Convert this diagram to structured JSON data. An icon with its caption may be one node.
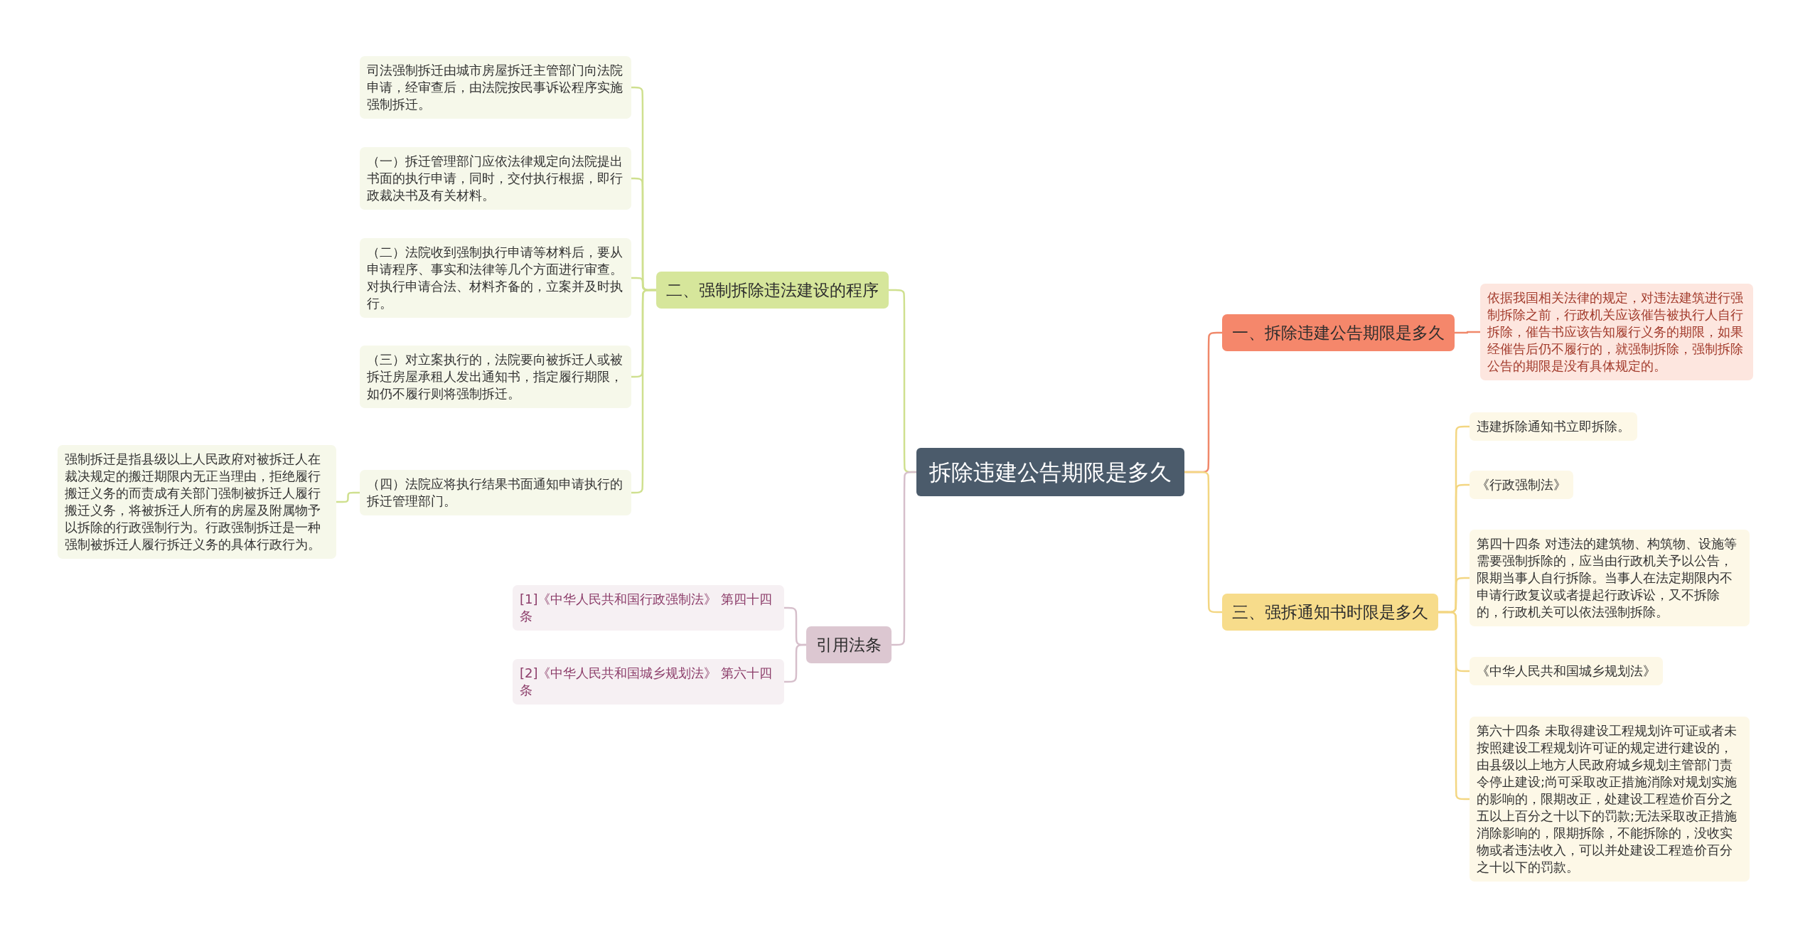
{
  "diagram": {
    "nodes": [
      {
        "text": [
          "拆除违建公告期限是多久"
        ]
      },
      {
        "text": [
          "一、拆除违建公告期限是多久"
        ]
      },
      {
        "text": [
          "依据我国相关法律的规定，对违法建筑进行强制拆除之前，行政机关应该催告被执行人自行拆除，催告书应该告知履行义务的期限，如果经催告后仍不履行的，就强制拆除，强制拆除公告的期限是没有具体规定的。"
        ]
      },
      {
        "text": [
          "二、强制拆除违法建设的程序"
        ]
      },
      {
        "text": [
          "司法强制拆迁由城市房屋拆迁主管部门向法院申请，经审查后，由法院按民事诉讼程序实施强制拆迁。"
        ]
      },
      {
        "text": [
          "（一）拆迁管理部门应依法律规定向法院提出书面的执行申请，同时，交付执行根据，即行政裁决书及有关材料。"
        ]
      },
      {
        "text": [
          "（二）法院收到强制执行申请等材料后，要从申请程序、事实和法律等几个方面进行审查。对执行申请合法、材料齐备的，立案并及时执行。"
        ]
      },
      {
        "text": [
          "（三）对立案执行的，法院要向被拆迁人或被拆迁房屋承租人发出通知书，指定履行期限，如仍不履行则将强制拆迁。"
        ]
      },
      {
        "text": [
          "（四）法院应将执行结果书面通知申请执行的拆迁管理部门。"
        ]
      },
      {
        "text": [
          "强制拆迁是指县级以上人民政府对被拆迁人在裁决规定的搬迁期限内无正当理由，拒绝履行搬迁义务的而责成有关部门强制被拆迁人履行搬迁义务，将被拆迁人所有的房屋及附属物予以拆除的行政强制行为。行政强制拆迁是一种强制被拆迁人履行拆迁义务的具体行政行为。"
        ]
      },
      {
        "text": [
          "三、强拆通知书时限是多久"
        ]
      },
      {
        "text": [
          "违建拆除通知书立即拆除。"
        ]
      },
      {
        "text": [
          "《行政强制法》"
        ]
      },
      {
        "text": [
          "第四十四条 对违法的建筑物、构筑物、设施等需要强制拆除的，应当由行政机关予以公告，限期当事人自行拆除。当事人在法定期限内不申请行政复议或者提起行政诉讼，又不拆除的，行政机关可以依法强制拆除。"
        ]
      },
      {
        "text": [
          "《中华人民共和国城乡规划法》"
        ]
      },
      {
        "text": [
          "第六十四条 未取得建设工程规划许可证或者未按照建设工程规划许可证的规定进行建设的，由县级以上地方人民政府城乡规划主管部门责令停止建设;尚可采取改正措施消除对规划实施的影响的，限期改正，处建设工程造价百分之五以上百分之十以下的罚款;无法采取改正措施消除影响的，限期拆除，不能拆除的，没收实物或者违法收入，可以并处建设工程造价百分之十以下的罚款。"
        ]
      },
      {
        "text": [
          "引用法条"
        ]
      },
      {
        "text": [
          "[1]《中华人民共和国行政强制法》 第四十四条"
        ]
      },
      {
        "text": [
          "[2]《中华人民共和国城乡规划法》 第六十四条"
        ]
      }
    ],
    "edges": [
      {
        "from": 0,
        "to": 1,
        "arrow": "none",
        "color": "#f0886a"
      },
      {
        "from": 1,
        "to": 2,
        "arrow": "none",
        "color": "#f0886a"
      },
      {
        "from": 0,
        "to": 3,
        "arrow": "none"
      },
      {
        "from": 3,
        "to": 4,
        "arrow": "none"
      },
      {
        "from": 3,
        "to": 5,
        "arrow": "none"
      },
      {
        "from": 3,
        "to": 6,
        "arrow": "none"
      },
      {
        "from": 3,
        "to": 7,
        "arrow": "none"
      },
      {
        "from": 3,
        "to": 8,
        "arrow": "none"
      },
      {
        "from": 8,
        "to": 9,
        "arrow": "none"
      },
      {
        "from": 0,
        "to": 10,
        "arrow": "none",
        "color": "#f3d682"
      },
      {
        "from": 10,
        "to": 11,
        "arrow": "none",
        "color": "#f3d682"
      },
      {
        "from": 10,
        "to": 12,
        "arrow": "none",
        "color": "#f3d682"
      },
      {
        "from": 10,
        "to": 13,
        "arrow": "none",
        "color": "#f3d682"
      },
      {
        "from": 10,
        "to": 14,
        "arrow": "none",
        "color": "#f3d682"
      },
      {
        "from": 10,
        "to": 15,
        "arrow": "none",
        "color": "#f3d682"
      },
      {
        "from": 0,
        "to": 16,
        "arrow": "none",
        "color": "#d6bfcb"
      },
      {
        "from": 16,
        "to": 17,
        "arrow": "none",
        "color": "#d6bfcb"
      },
      {
        "from": 16,
        "to": 18,
        "arrow": "none",
        "color": "#d6bfcb"
      }
    ]
  }
}
